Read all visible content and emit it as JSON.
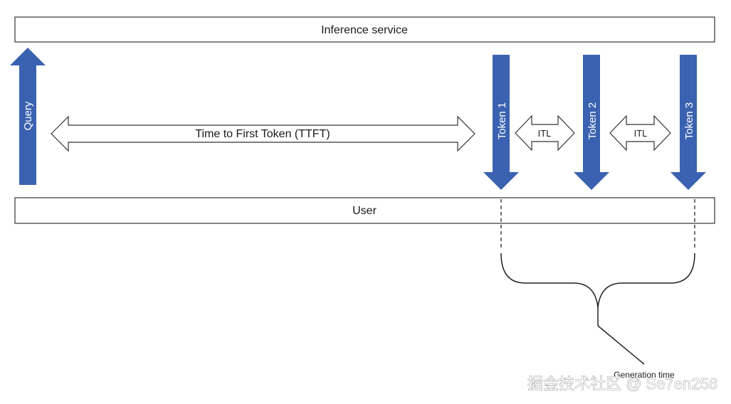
{
  "labels": {
    "inference_service": "Inference service",
    "user": "User",
    "query": "Query",
    "ttft": "Time to First Token (TTFT)",
    "token1": "Token 1",
    "token2": "Token 2",
    "token3": "Token 3",
    "itl1": "ITL",
    "itl2": "ITL",
    "generation_time": "Generation time"
  },
  "watermark": "掘金技术社区 @ Se7en258",
  "colors": {
    "arrow_fill": "#3a62b0",
    "box_stroke": "#333333",
    "outline_stroke": "#333333"
  }
}
